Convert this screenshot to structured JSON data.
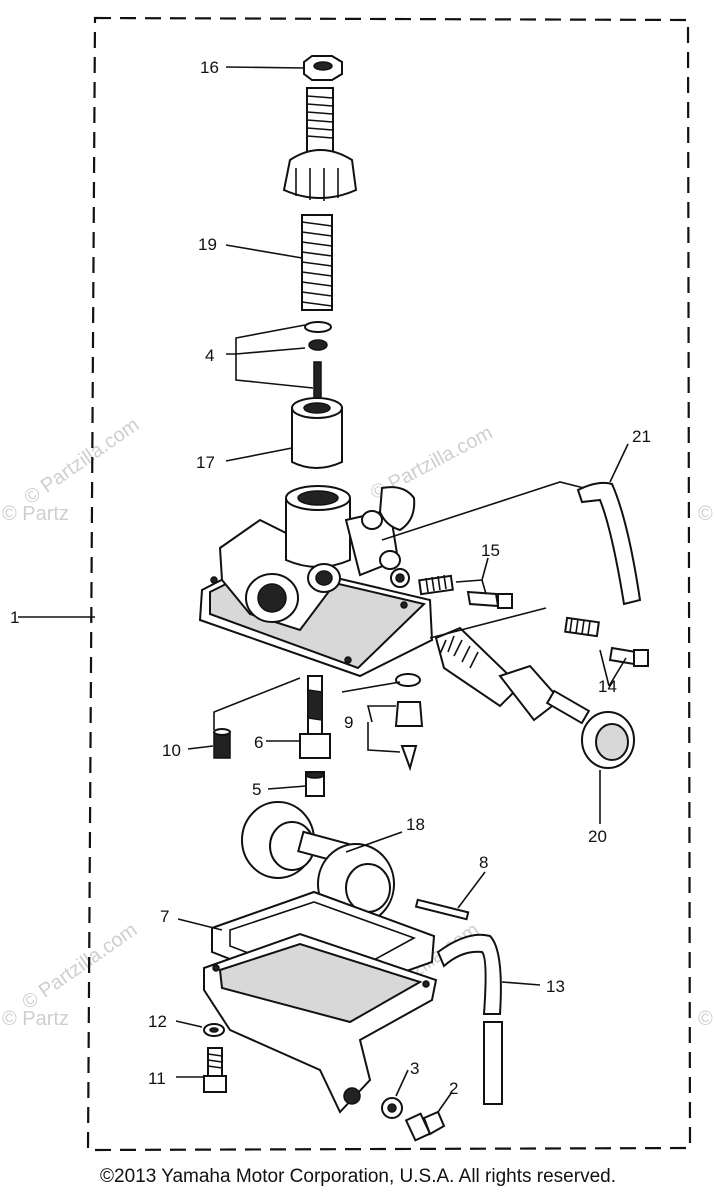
{
  "watermarks": {
    "center": "© Partzilla.com",
    "left_upper": "© Partzilla.com",
    "left_lower": "© Partzilla.com",
    "right_lower": "© Partzilla.com",
    "edge_left_1": "© Partz",
    "edge_left_2": "© Partz",
    "edge_right_1": "©",
    "edge_right_2": "©"
  },
  "callouts": {
    "c1": "1",
    "c2": "2",
    "c3": "3",
    "c4": "4",
    "c5": "5",
    "c6": "6",
    "c7": "7",
    "c8": "8",
    "c9": "9",
    "c10": "10",
    "c11": "11",
    "c12": "12",
    "c13": "13",
    "c14": "14",
    "c15": "15",
    "c16": "16",
    "c17": "17",
    "c18": "18",
    "c19": "19",
    "c20": "20",
    "c21": "21"
  },
  "footer": {
    "copyright": "©2013  Yamaha Motor Corporation, U.S.A. All rights reserved."
  }
}
